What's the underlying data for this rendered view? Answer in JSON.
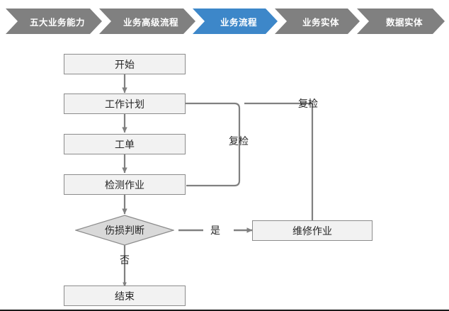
{
  "breadcrumb": {
    "items": [
      {
        "label": "五大业务能力",
        "active": false,
        "color": "#808080"
      },
      {
        "label": "业务高级流程",
        "active": false,
        "color": "#808080"
      },
      {
        "label": "业务流程",
        "active": true,
        "color": "#3d87c9"
      },
      {
        "label": "业务实体",
        "active": false,
        "color": "#808080"
      },
      {
        "label": "数据实体",
        "active": false,
        "color": "#808080"
      }
    ]
  },
  "flowchart": {
    "type": "flowchart",
    "nodes": [
      {
        "id": "start",
        "label": "开始",
        "shape": "rectangle"
      },
      {
        "id": "plan",
        "label": "工作计划",
        "shape": "rectangle"
      },
      {
        "id": "order",
        "label": "工单",
        "shape": "rectangle"
      },
      {
        "id": "inspect",
        "label": "检测作业",
        "shape": "rectangle"
      },
      {
        "id": "decide",
        "label": "伤损判断",
        "shape": "diamond"
      },
      {
        "id": "repair",
        "label": "维修作业",
        "shape": "rectangle"
      },
      {
        "id": "end",
        "label": "结束",
        "shape": "rectangle"
      }
    ],
    "edges": [
      {
        "from": "start",
        "to": "plan",
        "label": ""
      },
      {
        "from": "plan",
        "to": "order",
        "label": ""
      },
      {
        "from": "order",
        "to": "inspect",
        "label": ""
      },
      {
        "from": "inspect",
        "to": "decide",
        "label": ""
      },
      {
        "from": "decide",
        "to": "repair",
        "label": "是"
      },
      {
        "from": "decide",
        "to": "end",
        "label": "否"
      },
      {
        "from": "inspect",
        "to": "plan",
        "label": "复检"
      },
      {
        "from": "repair",
        "to": "plan",
        "label": "复检"
      }
    ],
    "edge_labels": {
      "yes": "是",
      "no": "否",
      "recheck_inspect": "复检",
      "recheck_repair": "复检"
    },
    "colors": {
      "node_fill": "#f2f2f2",
      "node_border": "#8c8c8c",
      "connector": "#808080",
      "text": "#262626"
    }
  }
}
